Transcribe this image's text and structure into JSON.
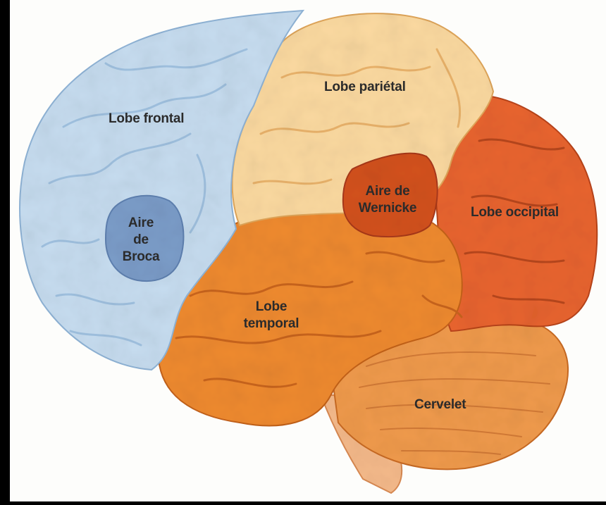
{
  "diagram": {
    "labels": {
      "lobe_frontal": "Lobe frontal",
      "lobe_parietal": "Lobe pariétal",
      "lobe_occipital": "Lobe occipital",
      "lobe_temporal": [
        "Lobe",
        "temporal"
      ],
      "aire_broca": [
        "Aire",
        "de",
        "Broca"
      ],
      "aire_wernicke": [
        "Aire de",
        "Wernicke"
      ],
      "cervelet": "Cervelet"
    },
    "colors": {
      "background": "#000000",
      "canvas": "#fdfdfb",
      "frontal": "#c6dcef",
      "broca": "#7b9cc8",
      "parietal": "#fbd9a0",
      "temporal": "#ee8a30",
      "wernicke": "#d2511e",
      "occipital": "#e8642f",
      "cerebellum": "#ef9a4c",
      "brainstem": "#f4b98a"
    }
  }
}
